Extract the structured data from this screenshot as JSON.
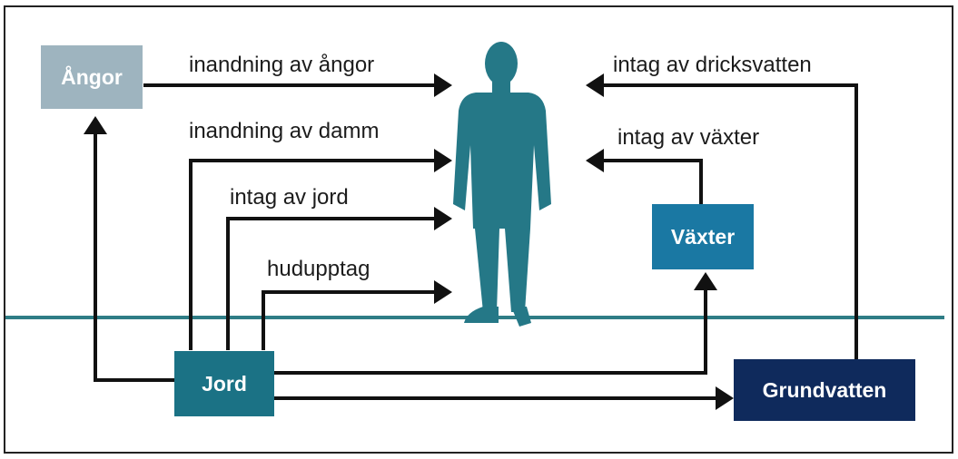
{
  "diagram": {
    "sources": {
      "angor": "Ångor",
      "jord": "Jord",
      "vaxter": "Växter",
      "grundvatten": "Grundvatten"
    },
    "pathways": {
      "inandning_angor": "inandning av ångor",
      "inandning_damm": "inandning av damm",
      "intag_jord": "intag av jord",
      "hudupptag": "hudupptag",
      "intag_dricksvatten": "intag av dricksvatten",
      "intag_vaxter": "intag av växter"
    },
    "colors": {
      "angor_box": "#9eb4bf",
      "jord_box": "#1b7285",
      "vaxter_box": "#1a78a3",
      "grundvatten_box": "#0f2a5c",
      "person": "#257887",
      "ground_line": "#2f7d86",
      "arrows": "#111111"
    }
  }
}
